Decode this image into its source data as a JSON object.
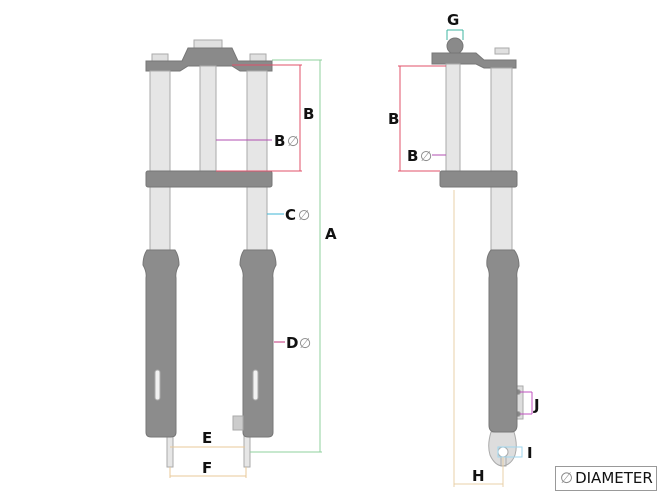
{
  "labels": {
    "A": "A",
    "B": "B",
    "B_dia": "B",
    "C_dia": "C",
    "D_dia": "D",
    "E": "E",
    "F": "F",
    "G": "G",
    "H": "H",
    "I": "I",
    "J": "J"
  },
  "diameter_symbol": "∅",
  "legend": {
    "symbol": "∅",
    "text": "DIAMETER"
  },
  "colors": {
    "tube": "#e6e6e6",
    "crown": "#8a8a8a",
    "lower_leg": "#8c8c8c",
    "A": "#8fd19e",
    "B": "#e0506a",
    "B_dia": "#b04fb0",
    "C": "#3fb6d6",
    "D": "#c0307a",
    "E": "#e8c89a",
    "G": "#3fb6a0",
    "J": "#c050c0"
  }
}
